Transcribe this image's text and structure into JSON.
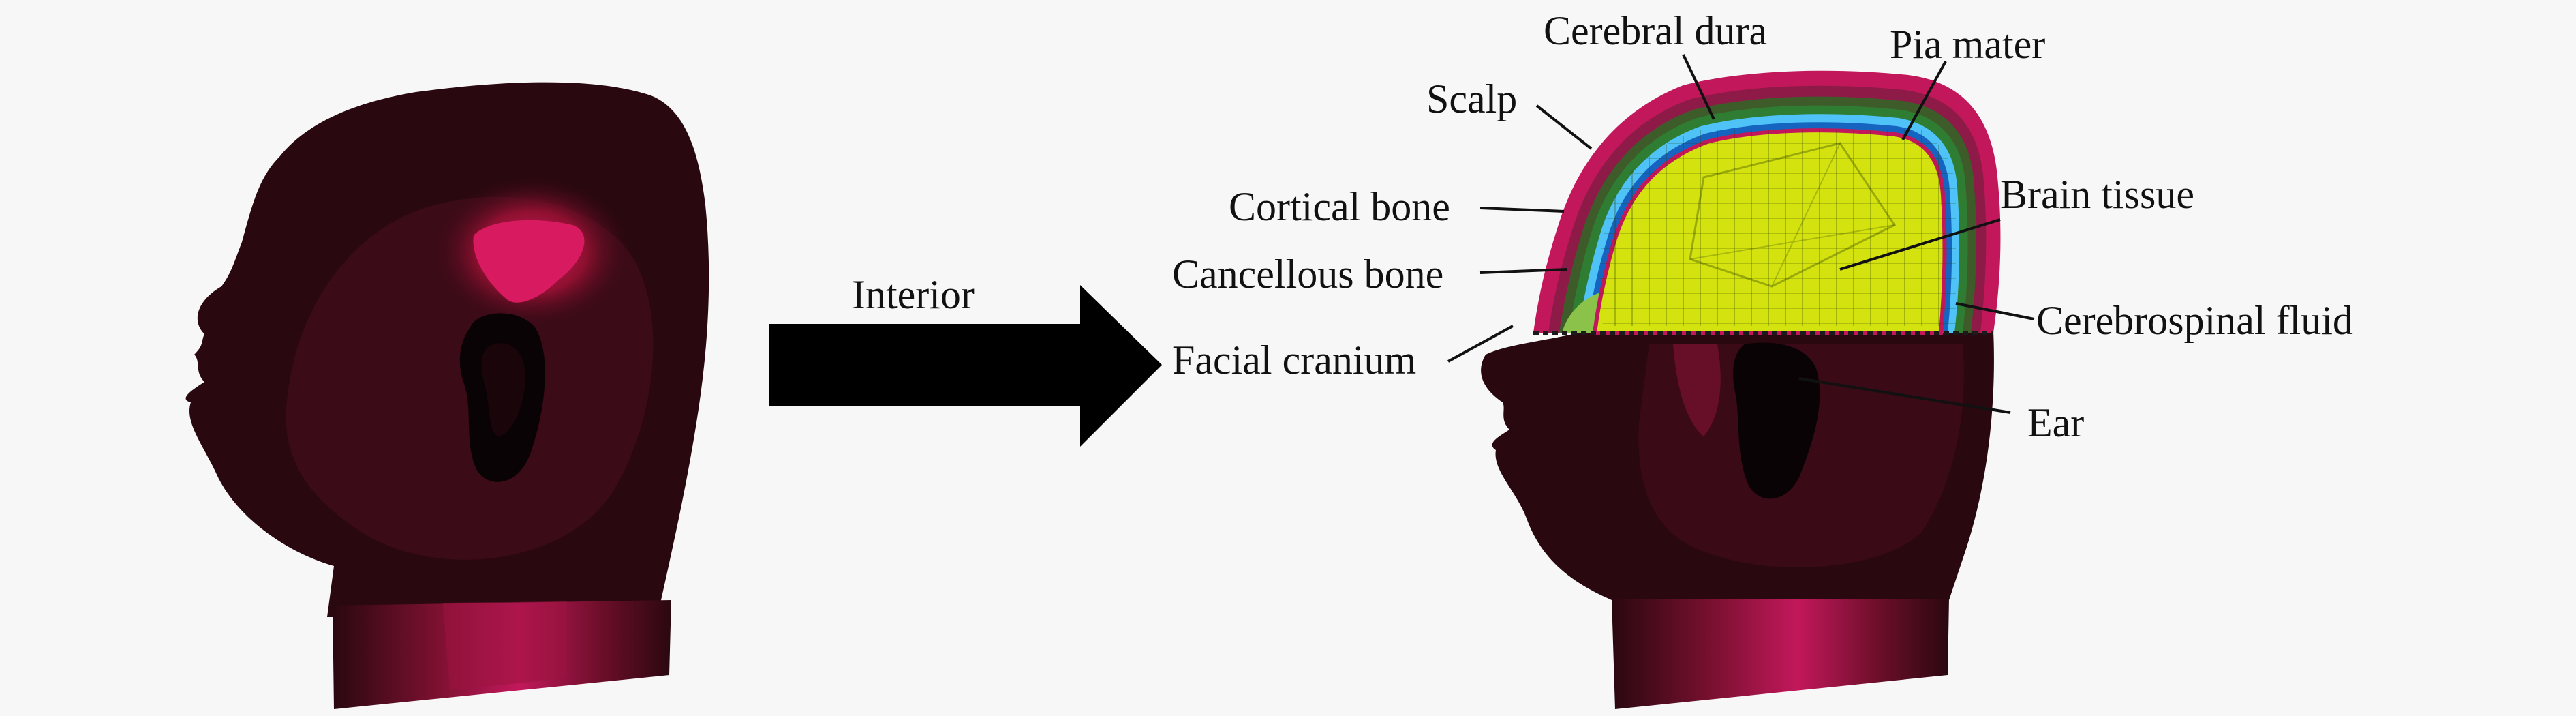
{
  "arrow": {
    "label": "Interior"
  },
  "labels": {
    "cerebral_dura": "Cerebral dura",
    "pia_mater": "Pia mater",
    "scalp": "Scalp",
    "cortical_bone": "Cortical bone",
    "brain_tissue": "Brain tissue",
    "cancellous_bone": "Cancellous bone",
    "cerebrospinal_fluid": "Cerebrospinal fluid",
    "facial_cranium": "Facial cranium",
    "ear": "Ear"
  },
  "colors": {
    "background": "#f7f7f7",
    "head_skin": "#2a0810",
    "scalp_layer": "#c2185b",
    "dura_layer": "#2e7d32",
    "csf_layer": "#4fc3f7",
    "pia_layer": "#1565c0",
    "brain_tissue": "#d4e30f",
    "cancellous_bone": "#8bc34a",
    "arrow": "#000000"
  }
}
